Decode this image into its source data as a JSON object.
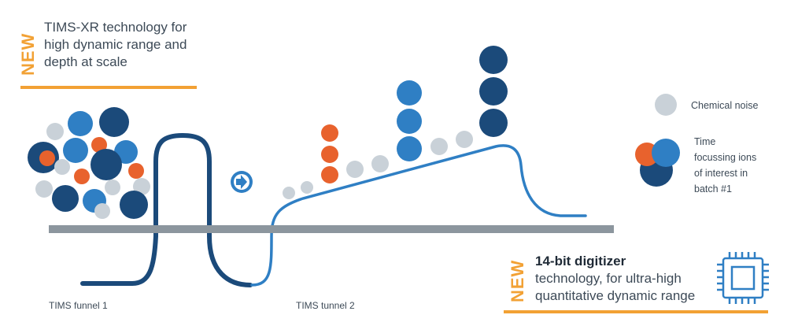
{
  "top_feature": {
    "badge": "NEW",
    "line1": "TIMS-XR technology for",
    "line2": "high dynamic range and",
    "line3": "depth at scale"
  },
  "bottom_feature": {
    "badge": "NEW",
    "title": "14-bit digitizer",
    "line1": "technology, for ultra-high",
    "line2": "quantitative dynamic range"
  },
  "labels": {
    "funnel": "TIMS funnel 1",
    "tunnel": "TIMS tunnel 2"
  },
  "legend": {
    "noise": "Chemical noise",
    "ions_line1": "Time",
    "ions_line2": "focussing ions",
    "ions_line3": "of interest in",
    "ions_line4": "batch #1"
  },
  "colors": {
    "navy": "#1b4a7a",
    "blue": "#2f7fc4",
    "orange": "#e8622d",
    "gray": "#c9d1d8",
    "accent": "#f2a134",
    "bar": "#8c969e",
    "text": "#3d4a57"
  },
  "icons": {
    "arrow": "arrow-right-icon",
    "chip": "microchip-icon"
  }
}
